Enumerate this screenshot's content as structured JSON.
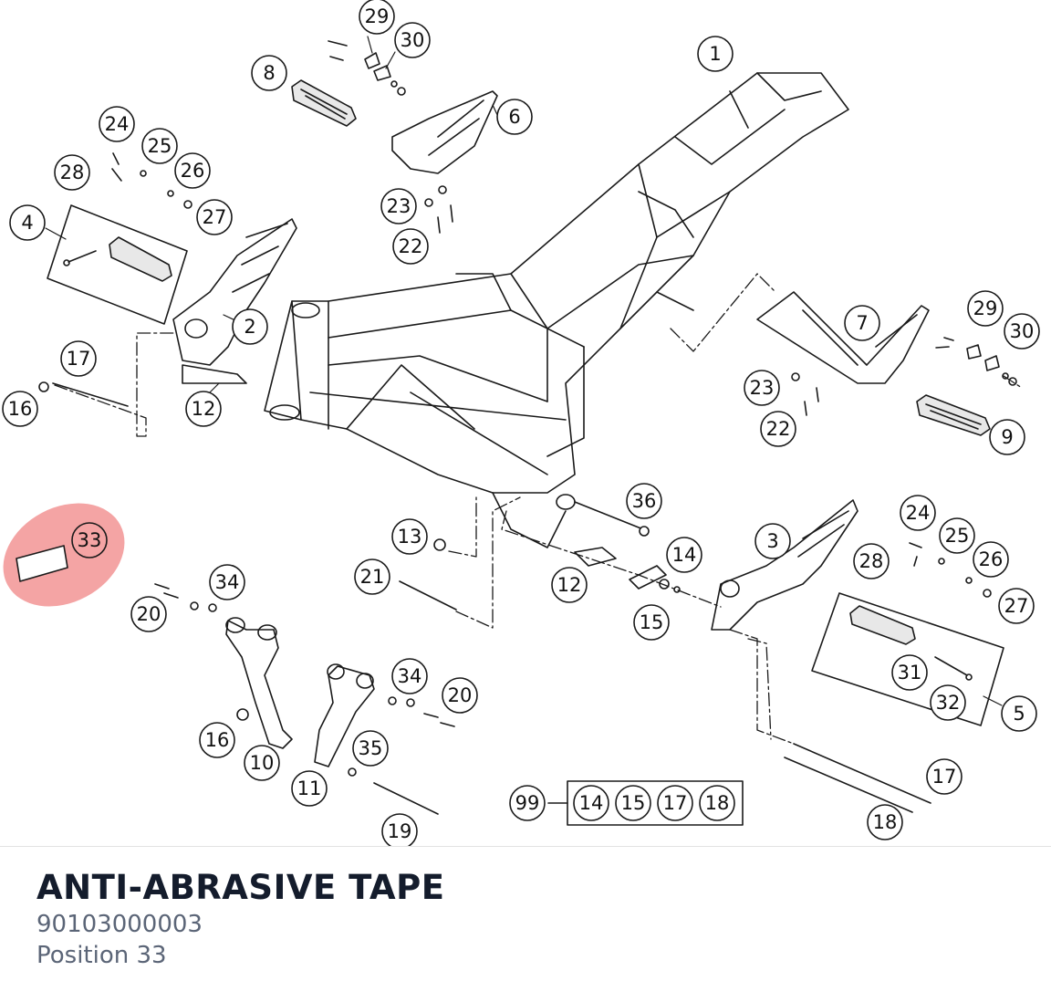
{
  "diagram": {
    "callouts": [
      {
        "id": "c-1",
        "label": "1"
      },
      {
        "id": "c-2",
        "label": "2"
      },
      {
        "id": "c-3",
        "label": "3"
      },
      {
        "id": "c-4",
        "label": "4"
      },
      {
        "id": "c-5",
        "label": "5"
      },
      {
        "id": "c-6",
        "label": "6"
      },
      {
        "id": "c-7",
        "label": "7"
      },
      {
        "id": "c-8",
        "label": "8"
      },
      {
        "id": "c-9",
        "label": "9"
      },
      {
        "id": "c-10",
        "label": "10"
      },
      {
        "id": "c-11",
        "label": "11"
      },
      {
        "id": "c-12a",
        "label": "12"
      },
      {
        "id": "c-12b",
        "label": "12"
      },
      {
        "id": "c-13",
        "label": "13"
      },
      {
        "id": "c-14a",
        "label": "14"
      },
      {
        "id": "c-14b",
        "label": "14"
      },
      {
        "id": "c-15a",
        "label": "15"
      },
      {
        "id": "c-15b",
        "label": "15"
      },
      {
        "id": "c-16a",
        "label": "16"
      },
      {
        "id": "c-16b",
        "label": "16"
      },
      {
        "id": "c-17a",
        "label": "17"
      },
      {
        "id": "c-17b",
        "label": "17"
      },
      {
        "id": "c-17c",
        "label": "17"
      },
      {
        "id": "c-18a",
        "label": "18"
      },
      {
        "id": "c-18b",
        "label": "18"
      },
      {
        "id": "c-19",
        "label": "19"
      },
      {
        "id": "c-20a",
        "label": "20"
      },
      {
        "id": "c-20b",
        "label": "20"
      },
      {
        "id": "c-21",
        "label": "21"
      },
      {
        "id": "c-22a",
        "label": "22"
      },
      {
        "id": "c-22b",
        "label": "22"
      },
      {
        "id": "c-23a",
        "label": "23"
      },
      {
        "id": "c-23b",
        "label": "23"
      },
      {
        "id": "c-24a",
        "label": "24"
      },
      {
        "id": "c-24b",
        "label": "24"
      },
      {
        "id": "c-25a",
        "label": "25"
      },
      {
        "id": "c-25b",
        "label": "25"
      },
      {
        "id": "c-26a",
        "label": "26"
      },
      {
        "id": "c-26b",
        "label": "26"
      },
      {
        "id": "c-27a",
        "label": "27"
      },
      {
        "id": "c-27b",
        "label": "27"
      },
      {
        "id": "c-28a",
        "label": "28"
      },
      {
        "id": "c-28b",
        "label": "28"
      },
      {
        "id": "c-29a",
        "label": "29"
      },
      {
        "id": "c-29b",
        "label": "29"
      },
      {
        "id": "c-30a",
        "label": "30"
      },
      {
        "id": "c-30b",
        "label": "30"
      },
      {
        "id": "c-31",
        "label": "31"
      },
      {
        "id": "c-32",
        "label": "32"
      },
      {
        "id": "c-33",
        "label": "33",
        "highlighted": true
      },
      {
        "id": "c-34a",
        "label": "34"
      },
      {
        "id": "c-34b",
        "label": "34"
      },
      {
        "id": "c-35",
        "label": "35"
      },
      {
        "id": "c-36",
        "label": "36"
      },
      {
        "id": "c-99",
        "label": "99"
      }
    ],
    "kit_box_labels": [
      "14",
      "15",
      "17",
      "18"
    ],
    "highlight_color": "#f07d7d",
    "line_color": "#1a1a1a"
  },
  "part": {
    "name": "ANTI-ABRASIVE TAPE",
    "number": "90103000003",
    "position": "Position 33"
  }
}
